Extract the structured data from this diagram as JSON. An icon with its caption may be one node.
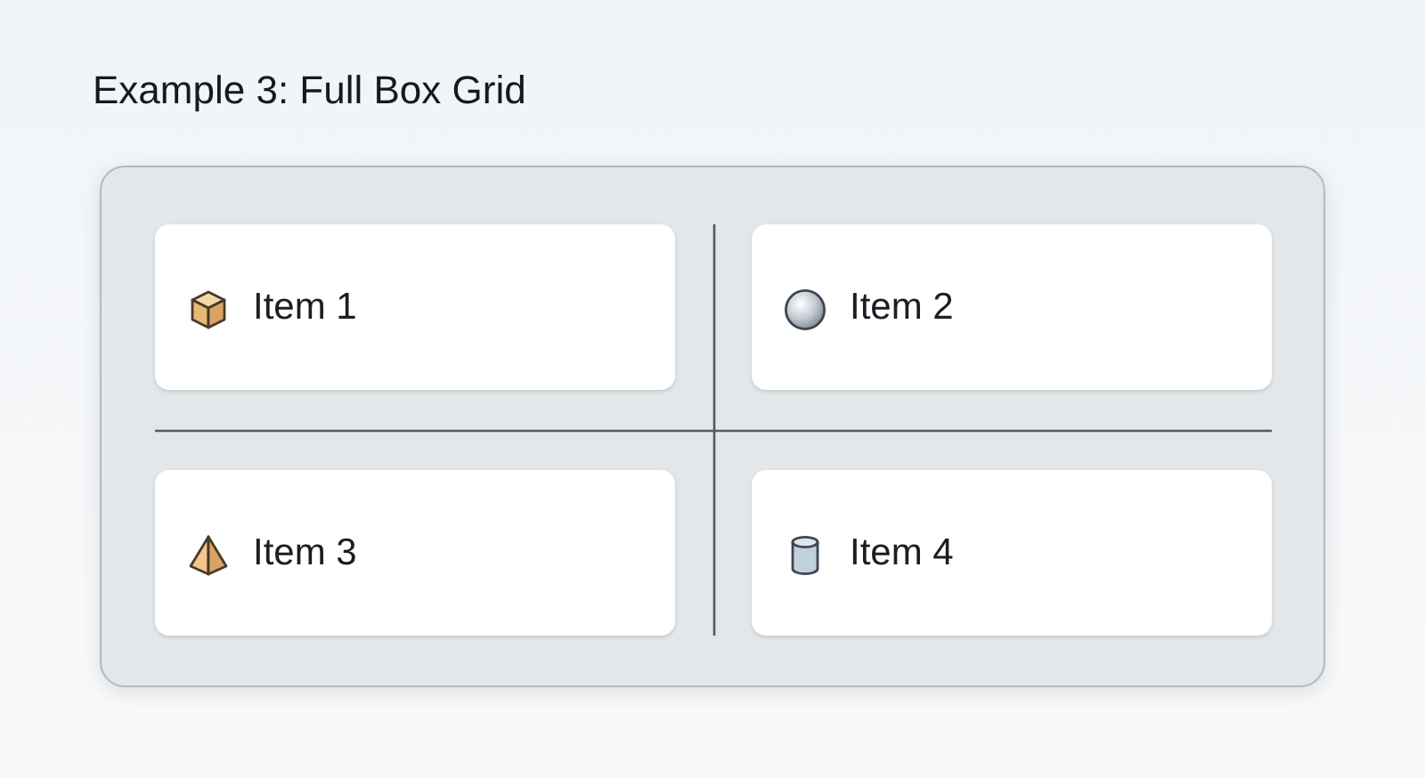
{
  "diagram": {
    "title": "Example 3: Full Box Grid",
    "nodes": [
      {
        "text": [],
        "shape": "box"
      },
      {
        "text": [
          "Item 1"
        ],
        "in": 0
      },
      {
        "text": [
          "Item 2"
        ],
        "in": 0
      },
      {
        "text": [
          "Item 3"
        ],
        "in": 0
      },
      {
        "text": [
          "Item 4"
        ],
        "in": 0
      }
    ]
  }
}
